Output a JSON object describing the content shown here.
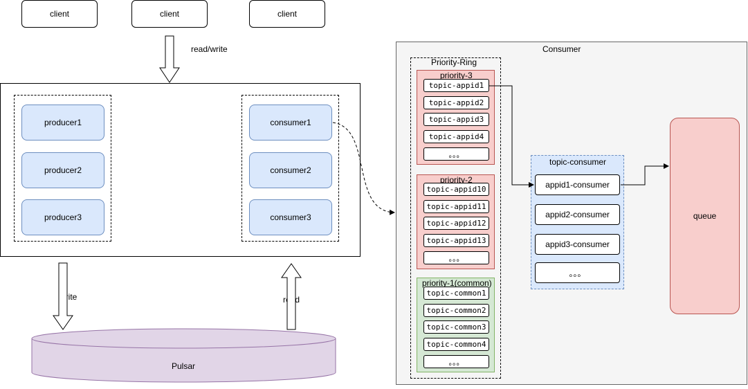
{
  "clients": [
    "client",
    "client",
    "client"
  ],
  "labels": {
    "read_write": "read/write",
    "write": "write",
    "read": "read"
  },
  "producers": [
    "producer1",
    "producer2",
    "producer3"
  ],
  "consumers": [
    "consumer1",
    "consumer2",
    "consumer3"
  ],
  "pulsar": "Pulsar",
  "consumer_panel": {
    "title": "Consumer",
    "ring_title": "Priority-Ring",
    "priority3": {
      "title": "priority-3",
      "items": [
        "topic-appid1",
        "topic-appid2",
        "topic-appid3",
        "topic-appid4",
        "。。。"
      ]
    },
    "priority2": {
      "title": "priority-2",
      "items": [
        "topic-appid10",
        "topic-appid11",
        "topic-appid12",
        "topic-appid13",
        "。。。"
      ]
    },
    "priority1": {
      "title": "priority-1(common)",
      "items": [
        "topic-common1",
        "topic-common2",
        "topic-common3",
        "topic-common4",
        "。。。"
      ]
    },
    "topic_consumer": {
      "title": "topic-consumer",
      "items": [
        "appid1-consumer",
        "appid2-consumer",
        "appid3-consumer",
        "。。。"
      ]
    },
    "queue": "queue"
  },
  "colors": {
    "blue_fill": "#dae8fc",
    "blue_stroke": "#6c8ebf",
    "red_fill": "#f8cecc",
    "red_stroke": "#b85450",
    "green_fill": "#d5e8d4",
    "green_stroke": "#82b366",
    "purple_fill": "#e1d5e7",
    "purple_stroke": "#9673a6",
    "panel_fill": "#f5f5f5",
    "panel_stroke": "#666666"
  }
}
